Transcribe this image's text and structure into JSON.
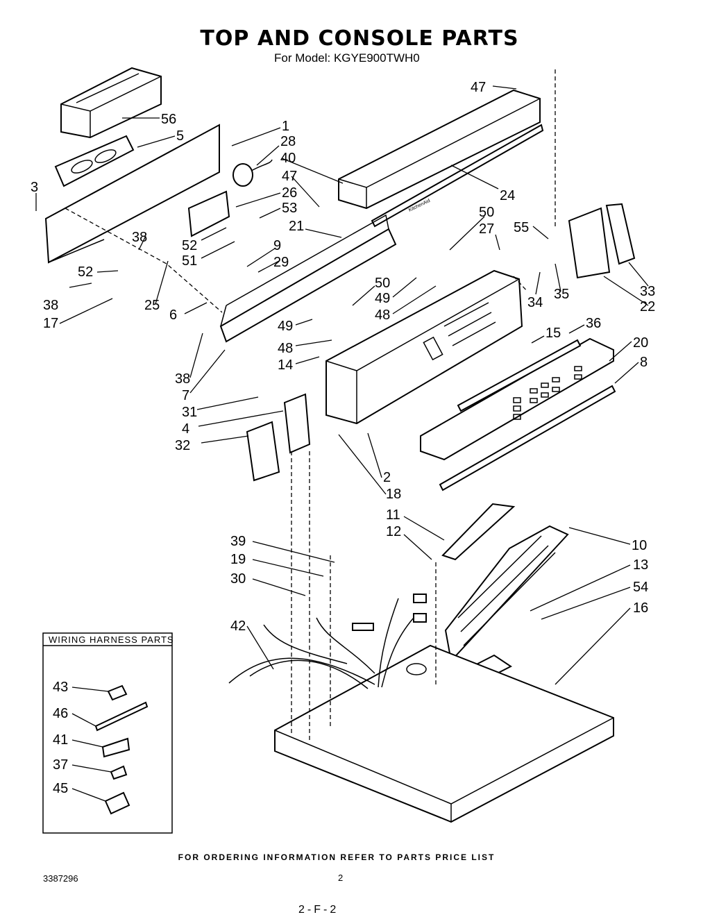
{
  "title": "TOP AND CONSOLE PARTS",
  "subtitle": "For Model: KGYE900TWH0",
  "footer": "FOR ORDERING INFORMATION REFER TO PARTS PRICE LIST",
  "document_number": "3387296",
  "page_number": "2",
  "page_code": "2-F-2",
  "wiring_box_title": "WIRING HARNESS PARTS",
  "panel_brand_text": "KitchenAid",
  "part_labels": [
    "47",
    "56",
    "1",
    "5",
    "28",
    "40",
    "3",
    "47",
    "26",
    "24",
    "53",
    "50",
    "21",
    "27",
    "55",
    "52",
    "38",
    "9",
    "51",
    "29",
    "52",
    "50",
    "38",
    "25",
    "6",
    "49",
    "48",
    "34",
    "35",
    "33",
    "22",
    "17",
    "49",
    "48",
    "14",
    "15",
    "36",
    "20",
    "8",
    "38",
    "7",
    "31",
    "4",
    "32",
    "2",
    "18",
    "11",
    "12",
    "10",
    "39",
    "19",
    "30",
    "13",
    "54",
    "16",
    "42",
    "43",
    "46",
    "41",
    "37",
    "45"
  ]
}
